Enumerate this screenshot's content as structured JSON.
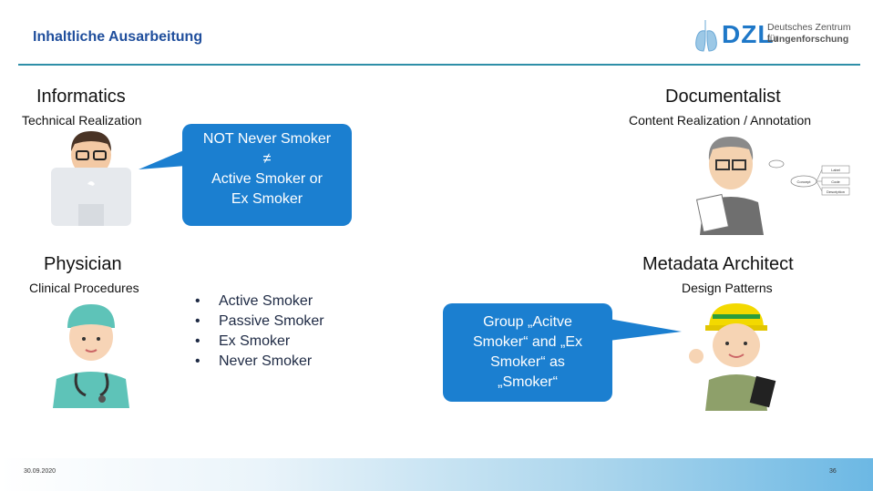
{
  "header": {
    "title": "Inhaltliche Ausarbeitung"
  },
  "logo": {
    "mark": "DZL",
    "line1": "Deutsches Zentrum für",
    "line2": "Lungenforschung"
  },
  "roles": {
    "informatics": {
      "title": "Informatics",
      "subtitle": "Technical Realization"
    },
    "documentalist": {
      "title": "Documentalist",
      "subtitle": "Content Realization / Annotation"
    },
    "physician": {
      "title": "Physician",
      "subtitle": "Clinical Procedures"
    },
    "architect": {
      "title": "Metadata Architect",
      "subtitle": "Design Patterns"
    }
  },
  "bubbles": {
    "informatics": {
      "line1": "NOT Never Smoker",
      "line2": "≠",
      "line3": "Active Smoker or",
      "line4": "Ex Smoker"
    },
    "architect": {
      "line1": "Group „Acitve",
      "line2": "Smoker“ and „Ex",
      "line3": "Smoker“ as",
      "line4": "„Smoker“"
    }
  },
  "physician_list": [
    "Active Smoker",
    "Passive Smoker",
    "Ex Smoker",
    "Never Smoker"
  ],
  "diagram": {
    "node_main": "Concept",
    "node1": "Label",
    "node2": "Code",
    "node3": "Description"
  },
  "footer": {
    "date": "30.09.2020",
    "page": "36"
  },
  "colors": {
    "accent": "#1b7fd0",
    "header_text": "#1f4e9c",
    "rule": "#2e8fa8"
  },
  "icons": [
    "informatics-person-icon",
    "documentalist-person-icon",
    "physician-person-icon",
    "architect-person-icon",
    "lung-logo-icon"
  ]
}
